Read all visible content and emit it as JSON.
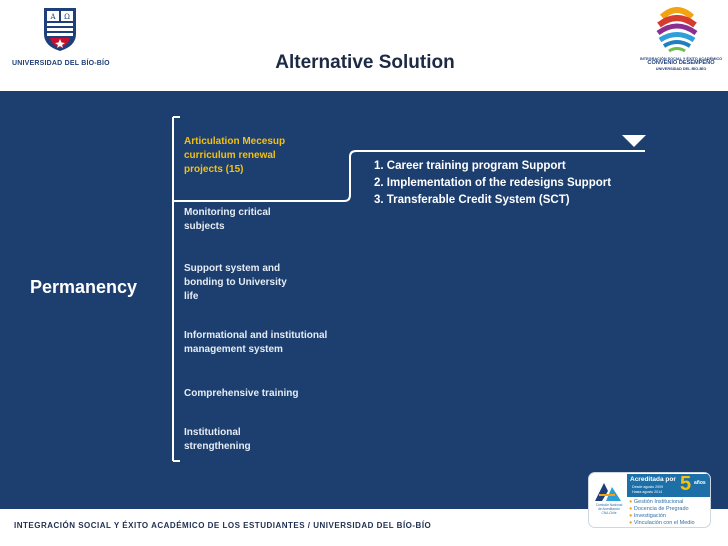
{
  "header": {
    "university_name": "UNIVERSIDAD DEL BÍO-BÍO",
    "title": "Alternative Solution",
    "right_logo": {
      "line1": "INTEGRACIÓN SOCIAL Y ÉXITO ACADÉMICO",
      "line2": "CONVENIO DESEMPEÑO",
      "line3": "UNIVERSIDAD DEL BÍO-BÍO"
    }
  },
  "main": {
    "category": "Permanency",
    "items": [
      {
        "label": "Articulation Mecesup curriculum renewal projects (15)",
        "active": true
      },
      {
        "label": "Monitoring critical subjects",
        "active": false
      },
      {
        "label": "Support system and bonding to University life",
        "active": false
      },
      {
        "label": "Informational and institutional management system",
        "active": false
      },
      {
        "label": "Comprehensive training",
        "active": false
      },
      {
        "label": "Institutional strengthening",
        "active": false
      }
    ],
    "steps": [
      "1. Career training program Support",
      "2. Implementation of the redesigns Support",
      "3. Transferable Credit System (SCT)"
    ]
  },
  "footer": {
    "text": "INTEGRACIÓN SOCIAL Y ÉXITO ACADÉMICO DE LOS ESTUDIANTES / UNIVERSIDAD DEL BÍO-BÍO"
  },
  "accreditation": {
    "heading": "Acreditada por",
    "dates_line1": "Desde agosto 2009",
    "dates_line2": "Hasta agosto 2014",
    "years_number": "5",
    "years_word": "años",
    "cna_line1": "Comisión Nacional",
    "cna_line2": "de Acreditación",
    "cna_line3": "CNA-Chile",
    "areas": [
      "Gestión Institucional",
      "Docencia de Pregrado",
      "Investigación",
      "Vinculación con el Medio"
    ]
  },
  "colors": {
    "panel_background": "#1d3f6f",
    "active_item": "#f3c012",
    "text": "#ffffff"
  },
  "icons": {
    "left_logo": "university-shield-icon",
    "right_logo": "globe-logo-icon",
    "marker": "down-triangle-icon",
    "cna": "cna-logo-icon"
  }
}
